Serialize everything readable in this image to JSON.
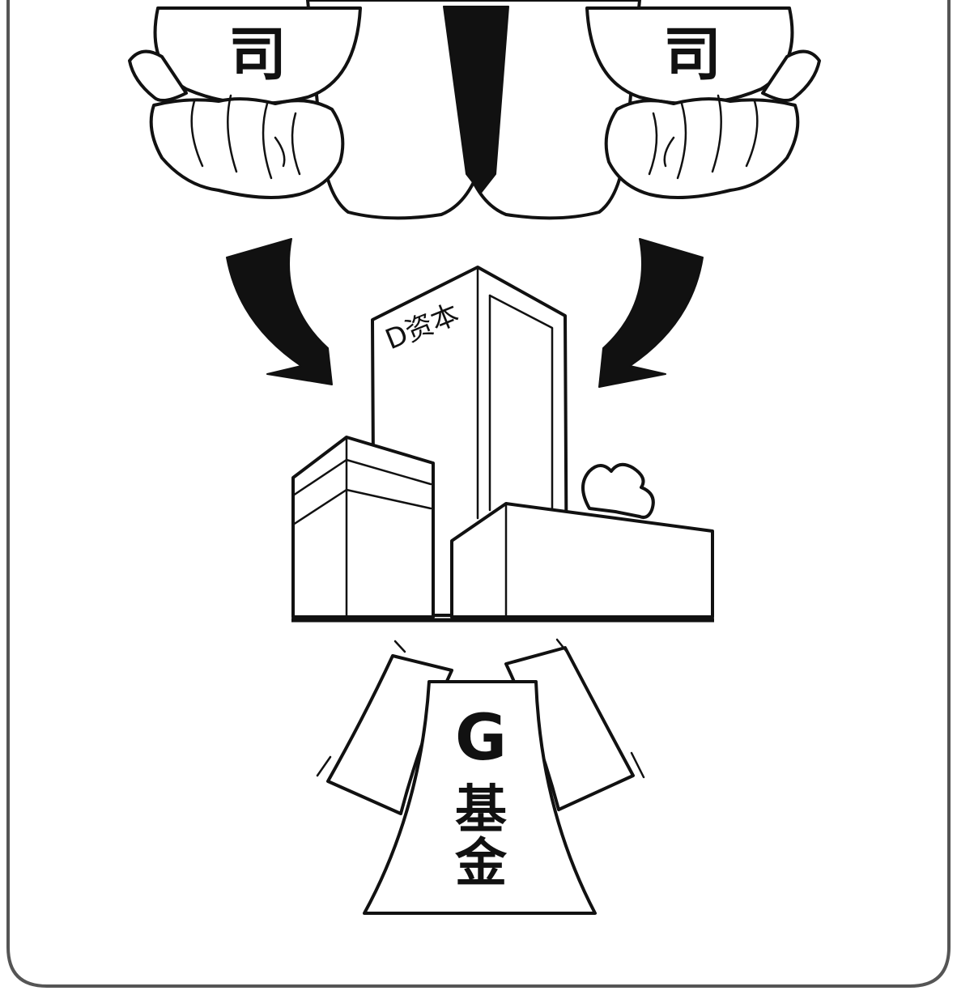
{
  "bags": {
    "left_label": "司",
    "right_label": "司"
  },
  "tower": {
    "label": "D资本"
  },
  "fund": {
    "letter": "G",
    "char1": "基",
    "char2": "金"
  }
}
